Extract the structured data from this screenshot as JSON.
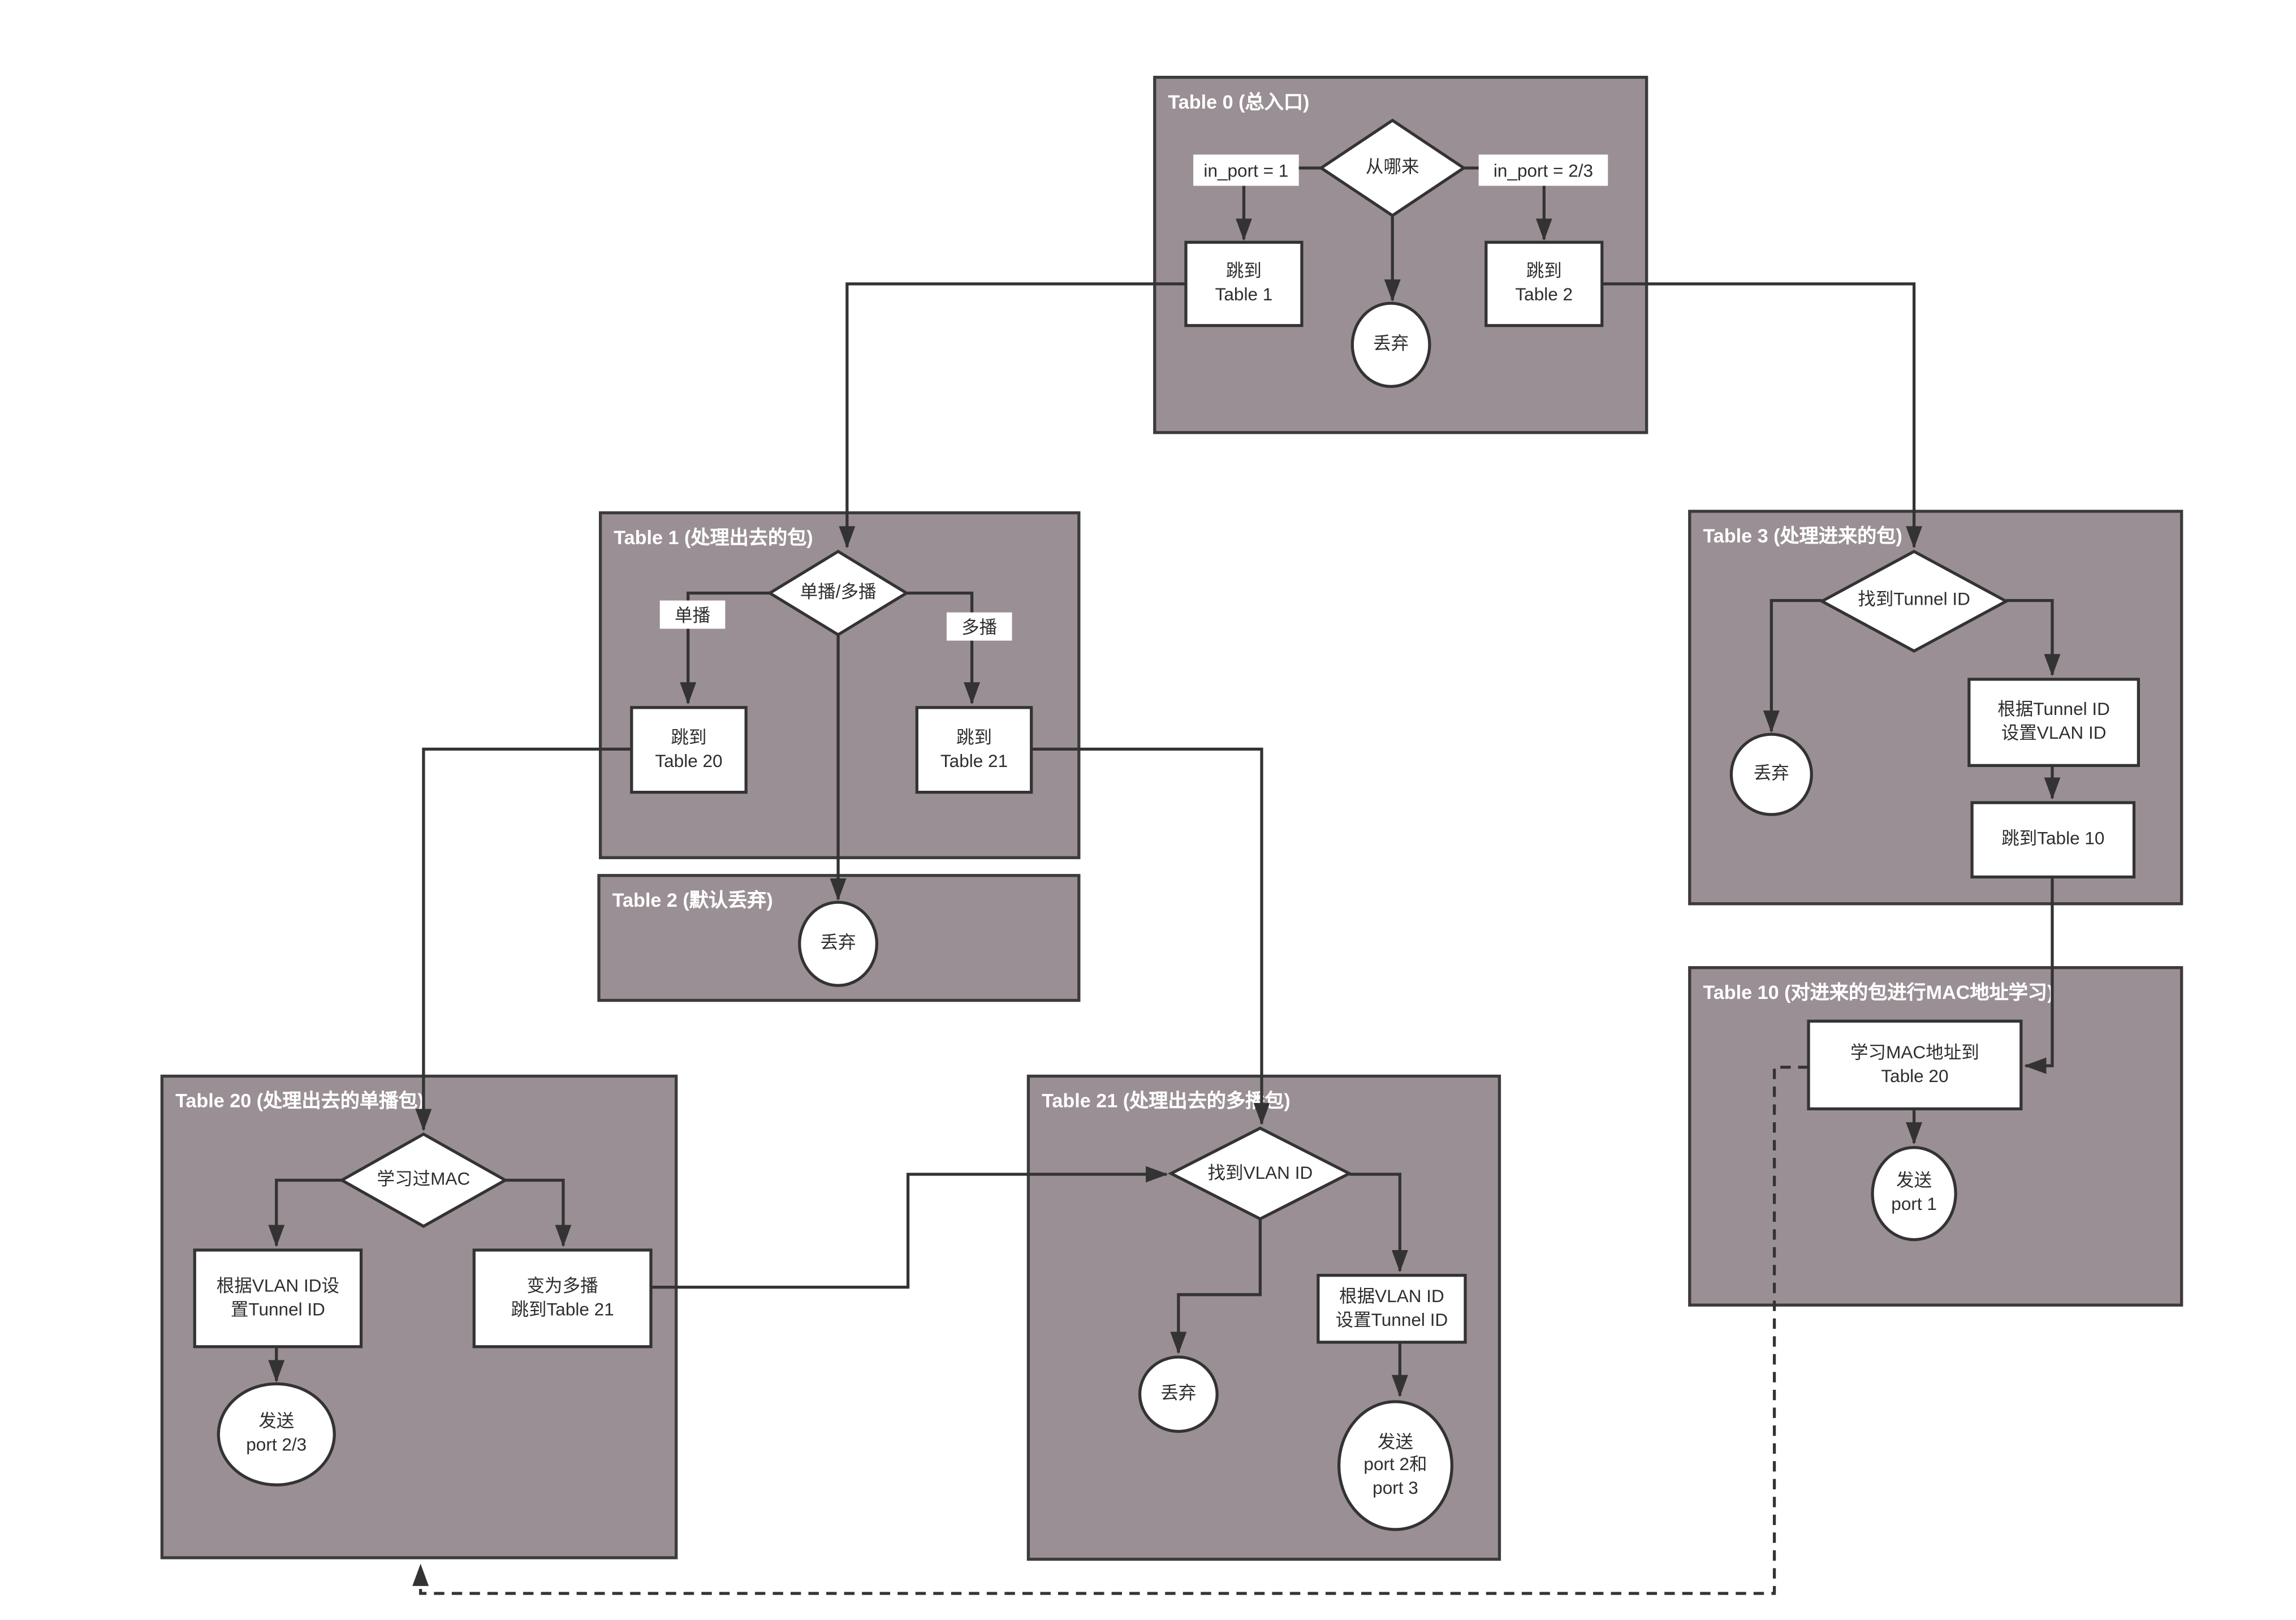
{
  "colors": {
    "panel_fill": "#9a8f94",
    "panel_border": "#3b3b3b",
    "shape_fill": "#ffffff",
    "shape_border": "#333333",
    "line": "#333333",
    "title_text": "#ffffff",
    "node_text": "#2e2e2e",
    "background": "#ffffff"
  },
  "tables": {
    "t0": {
      "title": "Table 0 (总入口)"
    },
    "t1": {
      "title": "Table 1 (处理出去的包)"
    },
    "t2": {
      "title": "Table 2 (默认丢弃)"
    },
    "t3": {
      "title": "Table 3 (处理进来的包)"
    },
    "t10": {
      "title": "Table 10 (对进来的包进行MAC地址学习)"
    },
    "t20": {
      "title": "Table 20 (处理出去的单播包)"
    },
    "t21": {
      "title": "Table 21 (处理出去的多播包)"
    }
  },
  "nodes": {
    "t0_decision": "从哪来",
    "t0_cond_left": "in_port = 1",
    "t0_cond_right": "in_port = 2/3",
    "t0_jump_table1": "跳到\nTable 1",
    "t0_jump_table2": "跳到\nTable 2",
    "t0_drop": "丢弃",
    "t1_decision": "单播/多播",
    "t1_cond_left": "单播",
    "t1_cond_right": "多播",
    "t1_jump_table20": "跳到\nTable 20",
    "t1_jump_table21": "跳到\nTable 21",
    "t2_drop": "丢弃",
    "t3_decision": "找到Tunnel ID",
    "t3_drop": "丢弃",
    "t3_set_vlan": "根据Tunnel ID\n设置VLAN ID",
    "t3_jump_table10": "跳到Table 10",
    "t10_learn_mac": "学习MAC地址到\nTable 20",
    "t10_send": "发送\nport 1",
    "t20_decision": "学习过MAC",
    "t20_set_tunnel": "根据VLAN ID设\n置Tunnel ID",
    "t20_to_multicast": "变为多播\n跳到Table 21",
    "t20_send": "发送\nport 2/3",
    "t21_decision": "找到VLAN ID",
    "t21_drop": "丢弃",
    "t21_set_tunnel": "根据VLAN ID\n设置Tunnel ID",
    "t21_send": "发送\nport 2和\nport 3"
  }
}
